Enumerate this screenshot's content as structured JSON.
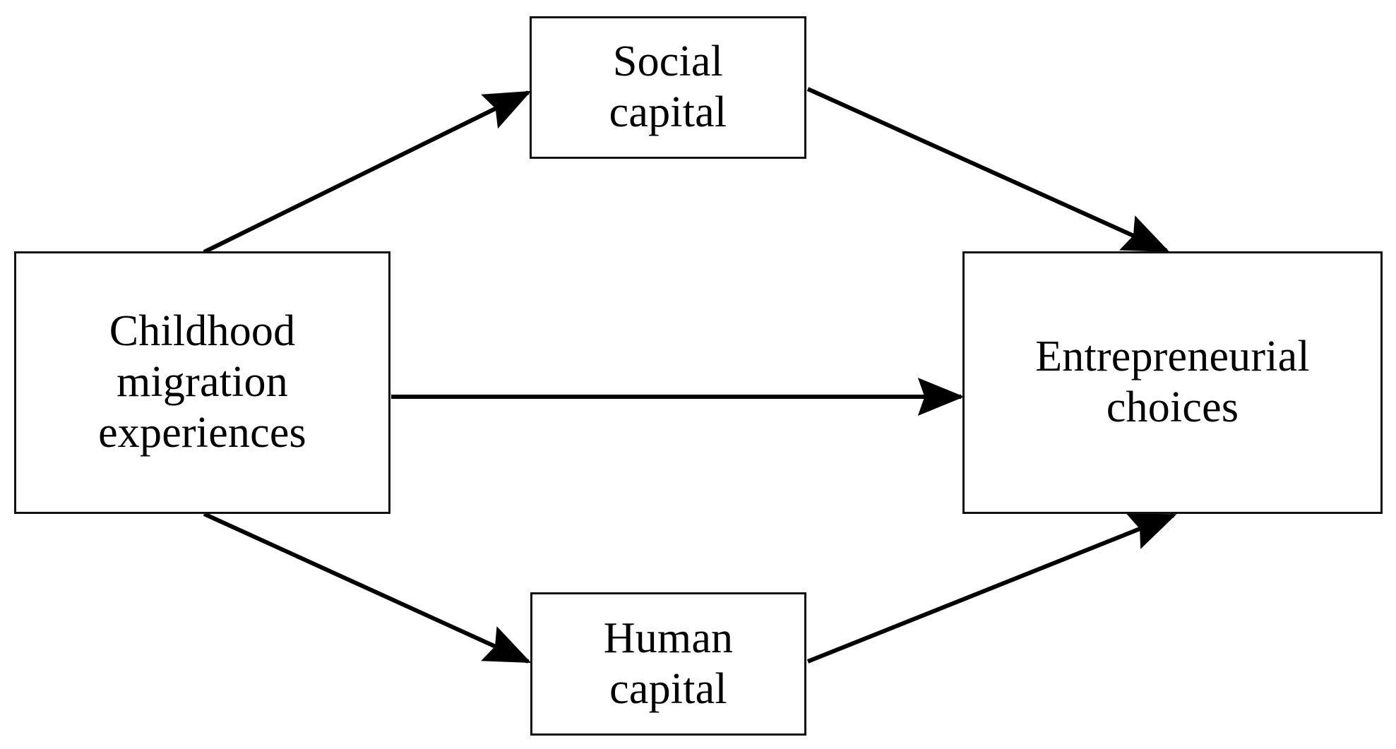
{
  "diagram": {
    "type": "conceptual-mediation-model",
    "background_color": "#ffffff",
    "line_color": "#000000",
    "box_border_color": "#111111",
    "nodes": [
      {
        "id": "childhood",
        "label": "Childhood\nmigration\nexperiences",
        "role": "independent-variable"
      },
      {
        "id": "social",
        "label": "Social\ncapital",
        "role": "mediator"
      },
      {
        "id": "human",
        "label": "Human\ncapital",
        "role": "mediator"
      },
      {
        "id": "entrepreneurial",
        "label": "Entrepreneurial\nchoices",
        "role": "dependent-variable"
      }
    ],
    "edges": [
      {
        "id": "childhood-to-social",
        "from": "childhood",
        "to": "social",
        "arrowhead": true
      },
      {
        "id": "social-to-entrepreneurial",
        "from": "social",
        "to": "entrepreneurial",
        "arrowhead": true
      },
      {
        "id": "childhood-to-entrepreneurial",
        "from": "childhood",
        "to": "entrepreneurial",
        "arrowhead": true
      },
      {
        "id": "childhood-to-human",
        "from": "childhood",
        "to": "human",
        "arrowhead": true
      },
      {
        "id": "human-to-entrepreneurial",
        "from": "human",
        "to": "entrepreneurial",
        "arrowhead": true
      }
    ]
  }
}
